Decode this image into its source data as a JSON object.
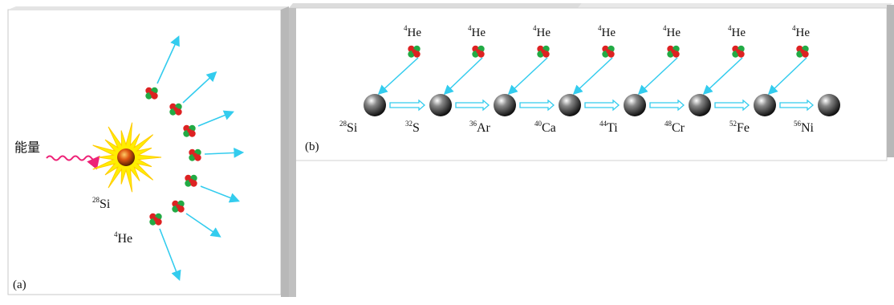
{
  "panel_a": {
    "caption": "(a)",
    "photon_label": "能量",
    "target": {
      "mass": "28",
      "symbol": "Si"
    },
    "emitted": {
      "mass": "4",
      "symbol": "He"
    }
  },
  "panel_b": {
    "caption": "(b)",
    "alpha": {
      "mass": "4",
      "symbol": "He"
    },
    "chain": [
      {
        "mass": "28",
        "symbol": "Si"
      },
      {
        "mass": "32",
        "symbol": "S"
      },
      {
        "mass": "36",
        "symbol": "Ar"
      },
      {
        "mass": "40",
        "symbol": "Ca"
      },
      {
        "mass": "44",
        "symbol": "Ti"
      },
      {
        "mass": "48",
        "symbol": "Cr"
      },
      {
        "mass": "52",
        "symbol": "Fe"
      },
      {
        "mass": "56",
        "symbol": "Ni"
      }
    ]
  },
  "colors": {
    "arrow": "#33ccee",
    "photon": "#ee2277",
    "proton": "#dd2222",
    "neutron": "#22aa44",
    "burst": "#ffee00",
    "frame": "#b8b8b8"
  }
}
